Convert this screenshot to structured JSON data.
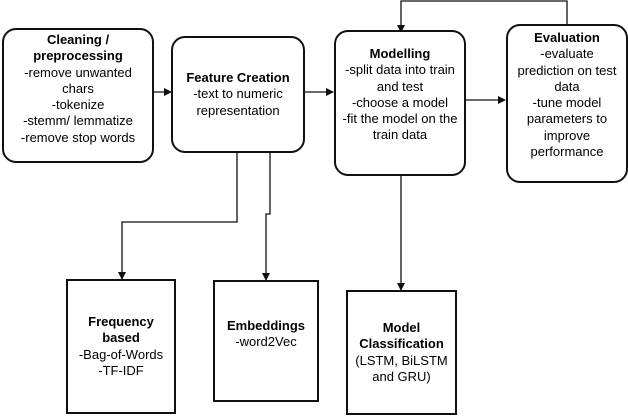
{
  "nodes": {
    "cleaning": {
      "title_lines": [
        "Cleaning /",
        "preprocessing"
      ],
      "items": [
        "-remove unwanted",
        "chars",
        "-tokenize",
        "-stemm/ lemmatize",
        "-remove stop words"
      ]
    },
    "feature": {
      "title_lines": [
        "Feature Creation"
      ],
      "items": [
        "-text to numeric",
        "representation"
      ]
    },
    "modelling": {
      "title_lines": [
        "Modelling"
      ],
      "items": [
        "-split data into train",
        "and test",
        "-choose a model",
        "-fit the model on the",
        "train data"
      ]
    },
    "evaluation": {
      "title_lines": [
        "Evaluation"
      ],
      "items": [
        "-evaluate",
        "prediction on test",
        "data",
        "-tune model",
        "parameters to",
        "improve",
        "performance"
      ]
    },
    "frequency": {
      "title_lines": [
        "Frequency",
        "based"
      ],
      "items": [
        "-Bag-of-Words",
        "-TF-IDF"
      ]
    },
    "embeddings": {
      "title_lines": [
        "Embeddings"
      ],
      "items": [
        "-word2Vec"
      ]
    },
    "classification": {
      "title_lines": [
        "Model",
        "Classification"
      ],
      "items": [
        "(LSTM, BiLSTM",
        "and GRU)"
      ]
    }
  }
}
